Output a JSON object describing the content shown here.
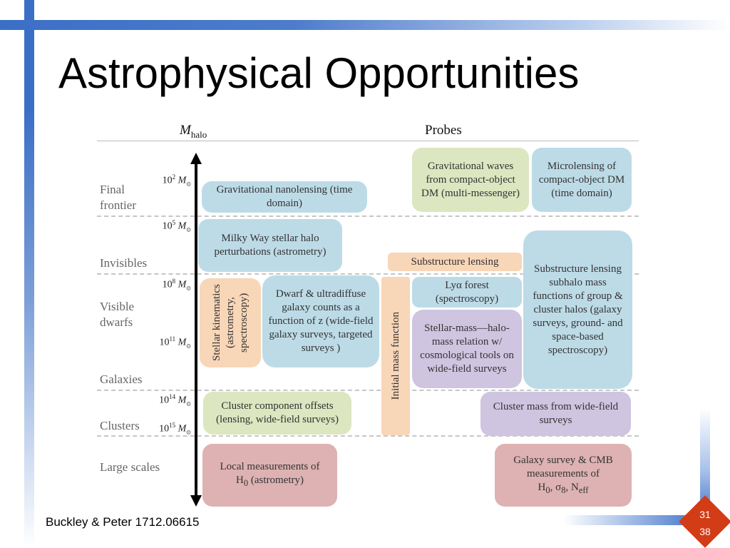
{
  "title": "Astrophysical Opportunities",
  "citation": "Buckley & Peter 1712.06615",
  "page_numbers": {
    "current": "31",
    "total": "38"
  },
  "diagram": {
    "axis_label_main": "M",
    "axis_label_sub": "halo",
    "probes_header": "Probes",
    "categories": [
      "Final frontier",
      "Invisibles",
      "Visible dwarfs",
      "Galaxies",
      "Clusters",
      "Large scales"
    ],
    "mass_ticks": [
      {
        "exp": "2",
        "unit": "M",
        "sub": "⊙"
      },
      {
        "exp": "5",
        "unit": "M",
        "sub": "⊙"
      },
      {
        "exp": "8",
        "unit": "M",
        "sub": "⊙"
      },
      {
        "exp": "11",
        "unit": "M",
        "sub": "⊙"
      },
      {
        "exp": "14",
        "unit": "M",
        "sub": "⊙"
      },
      {
        "exp": "15",
        "unit": "M",
        "sub": "⊙"
      }
    ],
    "mass_base": "10",
    "boxes": {
      "grav_waves": "Gravitational waves from compact-object DM (multi-messenger)",
      "microlensing": "Microlensing of compact-object DM (time domain)",
      "nanolensing": "Gravitational nanolensing (time domain)",
      "mw_halo": "Milky Way stellar halo perturbations (astrometry)",
      "substructure_lensing": "Substructure lensing",
      "substructure_hmf": "Substructure lensing subhalo mass functions of group & cluster halos (galaxy surveys, ground- and space-based spectroscopy)",
      "stellar_kinematics": "Stellar kinematics (astrometry, spectroscopy)",
      "dwarf_counts": "Dwarf & ultradiffuse galaxy counts as a function of z (wide-field galaxy surveys, targeted surveys )",
      "imf": "Initial mass function",
      "lya_forest": "Lyα forest (spectroscopy)",
      "smhm": "Stellar-mass—halo-mass relation w/ cosmological tools on wide-field surveys",
      "cluster_offsets": "Cluster component offsets (lensing, wide-field surveys)",
      "cluster_mass": "Cluster mass from wide-field surveys",
      "local_h0_line1": "Local measurements of",
      "local_h0_H": "H",
      "local_h0_sub": "0",
      "local_h0_tail": " (astrometry)",
      "cmb_line1": "Galaxy survey & CMB measurements of",
      "cmb_H": "H",
      "cmb_H_sub": "0",
      "cmb_sigma": ", σ",
      "cmb_sigma_sub": "8",
      "cmb_N": ", N",
      "cmb_N_sub": "eff"
    }
  }
}
